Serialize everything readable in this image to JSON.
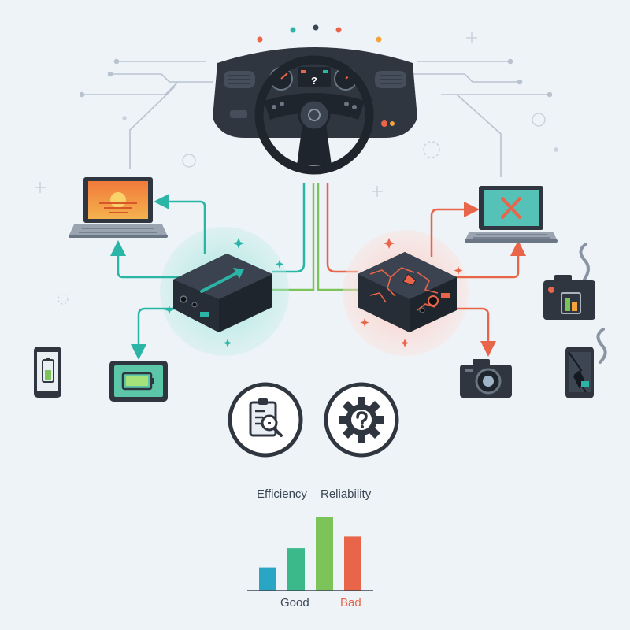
{
  "labels": {
    "efficiency": "Efficiency",
    "reliability": "Reliability",
    "good": "Good",
    "bad": "Bad"
  },
  "dashboard": {
    "display_symbol": "?"
  },
  "colors": {
    "teal": "#2bb5a6",
    "red": "#e8654a",
    "green": "#7cc35a",
    "dark": "#2f3640",
    "background": "#eef3f8"
  },
  "icons": [
    "steering-wheel-icon",
    "laptop-icon",
    "power-bank-icon",
    "camera-icon",
    "phone-icon",
    "battery-icon",
    "clipboard-magnifier-icon",
    "gear-question-icon"
  ],
  "chart_data": {
    "type": "bar",
    "categories": [
      "",
      "",
      "",
      ""
    ],
    "values": [
      30,
      55,
      95,
      70
    ],
    "colors": [
      "#2aa6c4",
      "#3cb98a",
      "#7cc35a",
      "#e8654a"
    ],
    "ylim": [
      0,
      100
    ],
    "grid": false
  }
}
